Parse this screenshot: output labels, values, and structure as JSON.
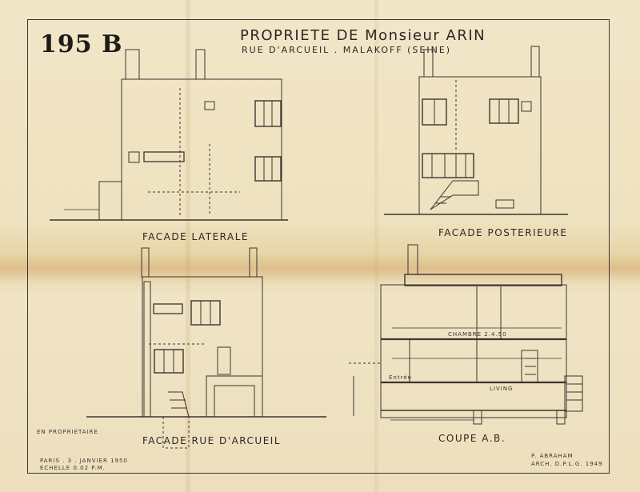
{
  "sheet_number": "195 B",
  "title": "PROPRIETE DE Monsieur ARIN",
  "subtitle": "RUE D'ARCUEIL . MALAKOFF (SEINE)",
  "views": {
    "lateral": "FACADE LATERALE",
    "posterior": "FACADE POSTERIEURE",
    "street": "FACADE RUE D'ARCUEIL",
    "section": "COUPE A.B."
  },
  "section_labels": {
    "bedroom": "CHAMBRE 2.4.50",
    "living": "LIVING",
    "entrance": "Entrée"
  },
  "footer": {
    "left_note": "EN PROPRIETAIRE",
    "date": "PARIS . 3 . JANVIER 1950",
    "scale": "ECHELLE 0.02 P.M.",
    "architect": "P. ABRAHAM",
    "architect_title": "ARCH. D.P.L.G. 1949"
  }
}
